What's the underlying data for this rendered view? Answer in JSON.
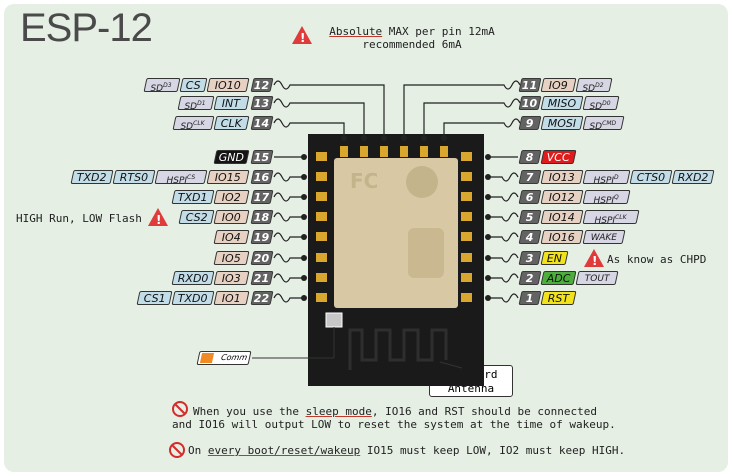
{
  "title": "ESP-12",
  "top_note": {
    "line1_u": "Absolute",
    "line1_rest": " MAX per pin 12mA",
    "line2": "recommended 6mA"
  },
  "side_notes": {
    "high_run": "HIGH Run, LOW Flash",
    "chpd": "As know as CHPD"
  },
  "antenna": {
    "line1": "On board",
    "line2": "Antenna"
  },
  "led_label": "Comm",
  "bottom1": {
    "pre": "When you use the ",
    "u": "sleep mode",
    "post": ", IO16 and RST should be connected",
    "line2": "and IO16 will output LOW to reset the system at the time of wakeup."
  },
  "bottom2": {
    "pre": "On ",
    "u": "every boot/reset/wakeup",
    "post": " IO15 must keep LOW, IO2 must keep HIGH."
  },
  "top_left_pins": [
    {
      "num": "12",
      "labels": [
        {
          "t": "SD",
          "sup": "D3",
          "cls": "sd"
        },
        {
          "t": "CS",
          "cls": "fn"
        },
        {
          "t": "IO10",
          "cls": "io"
        }
      ]
    },
    {
      "num": "13",
      "labels": [
        {
          "t": "SD",
          "sup": "D1",
          "cls": "sd"
        },
        {
          "t": "INT",
          "cls": "fn"
        }
      ]
    },
    {
      "num": "14",
      "labels": [
        {
          "t": "SD",
          "sup": "CLK",
          "cls": "sd"
        },
        {
          "t": "CLK",
          "cls": "fn"
        }
      ]
    }
  ],
  "top_right_pins": [
    {
      "num": "11",
      "labels": [
        {
          "t": "IO9",
          "cls": "io"
        },
        {
          "t": "SD",
          "sup": "D2",
          "cls": "sd"
        }
      ]
    },
    {
      "num": "10",
      "labels": [
        {
          "t": "MISO",
          "cls": "fn"
        },
        {
          "t": "SD",
          "sup": "D0",
          "cls": "sd"
        }
      ]
    },
    {
      "num": "9",
      "labels": [
        {
          "t": "MOSI",
          "cls": "fn"
        },
        {
          "t": "SD",
          "sup": "CMD",
          "cls": "sd"
        }
      ]
    }
  ],
  "left_pins": [
    {
      "num": "15",
      "labels": [
        {
          "t": "GND",
          "cls": "gnd"
        }
      ]
    },
    {
      "num": "16",
      "labels": [
        {
          "t": "TXD2",
          "cls": "fn"
        },
        {
          "t": "RTS0",
          "cls": "fn"
        },
        {
          "t": "HSPI",
          "sup": "CS",
          "cls": "sd"
        },
        {
          "t": "IO15",
          "cls": "io"
        }
      ]
    },
    {
      "num": "17",
      "labels": [
        {
          "t": "TXD1",
          "cls": "fn"
        },
        {
          "t": "IO2",
          "cls": "io"
        }
      ]
    },
    {
      "num": "18",
      "labels": [
        {
          "t": "CS2",
          "cls": "fn"
        },
        {
          "t": "IO0",
          "cls": "io"
        }
      ]
    },
    {
      "num": "19",
      "labels": [
        {
          "t": "IO4",
          "cls": "io"
        }
      ]
    },
    {
      "num": "20",
      "labels": [
        {
          "t": "IO5",
          "cls": "io"
        }
      ]
    },
    {
      "num": "21",
      "labels": [
        {
          "t": "RXD0",
          "cls": "fn"
        },
        {
          "t": "IO3",
          "cls": "io"
        }
      ]
    },
    {
      "num": "22",
      "labels": [
        {
          "t": "CS1",
          "cls": "fn"
        },
        {
          "t": "TXD0",
          "cls": "fn"
        },
        {
          "t": "IO1",
          "cls": "io"
        }
      ]
    }
  ],
  "right_pins": [
    {
      "num": "8",
      "labels": [
        {
          "t": "VCC",
          "cls": "vcc"
        }
      ]
    },
    {
      "num": "7",
      "labels": [
        {
          "t": "IO13",
          "cls": "io"
        },
        {
          "t": "HSPI",
          "sup": "D",
          "cls": "sd"
        },
        {
          "t": "CTS0",
          "cls": "fn"
        },
        {
          "t": "RXD2",
          "cls": "fn"
        }
      ]
    },
    {
      "num": "6",
      "labels": [
        {
          "t": "IO12",
          "cls": "io"
        },
        {
          "t": "HSPI",
          "sup": "Q",
          "cls": "sd"
        }
      ]
    },
    {
      "num": "5",
      "labels": [
        {
          "t": "IO14",
          "cls": "io"
        },
        {
          "t": "HSPI",
          "sup": "CLK",
          "cls": "sd"
        }
      ]
    },
    {
      "num": "4",
      "labels": [
        {
          "t": "IO16",
          "cls": "io"
        },
        {
          "t": "WAKE",
          "cls": "sd"
        }
      ]
    },
    {
      "num": "3",
      "labels": [
        {
          "t": "EN",
          "cls": "yel"
        }
      ]
    },
    {
      "num": "2",
      "labels": [
        {
          "t": "ADC",
          "cls": "adc"
        },
        {
          "t": "TOUT",
          "cls": "sd"
        }
      ]
    },
    {
      "num": "1",
      "labels": [
        {
          "t": "RST",
          "cls": "yel"
        }
      ]
    }
  ],
  "colors": {
    "pcb": "#1a1a1a",
    "pad": "#d9a72e",
    "shield": "#d8c9a4",
    "warning": "#e03b3b"
  }
}
